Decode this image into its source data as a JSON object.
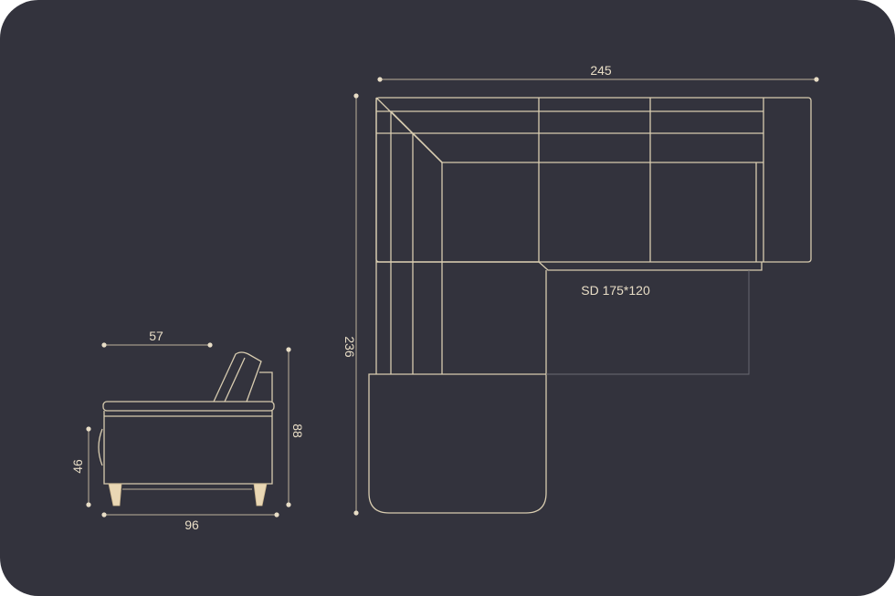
{
  "dimensions": {
    "top_width": "245",
    "depth_left": "236",
    "sofa_bed": "SD 175*120",
    "seat_depth": "57",
    "back_height": "88",
    "seat_height": "46",
    "side_depth": "96"
  },
  "colors": {
    "background": "#33333d",
    "line": "#d8ccb0",
    "text": "#e8ddc6",
    "leg": "#e9d7b4"
  }
}
